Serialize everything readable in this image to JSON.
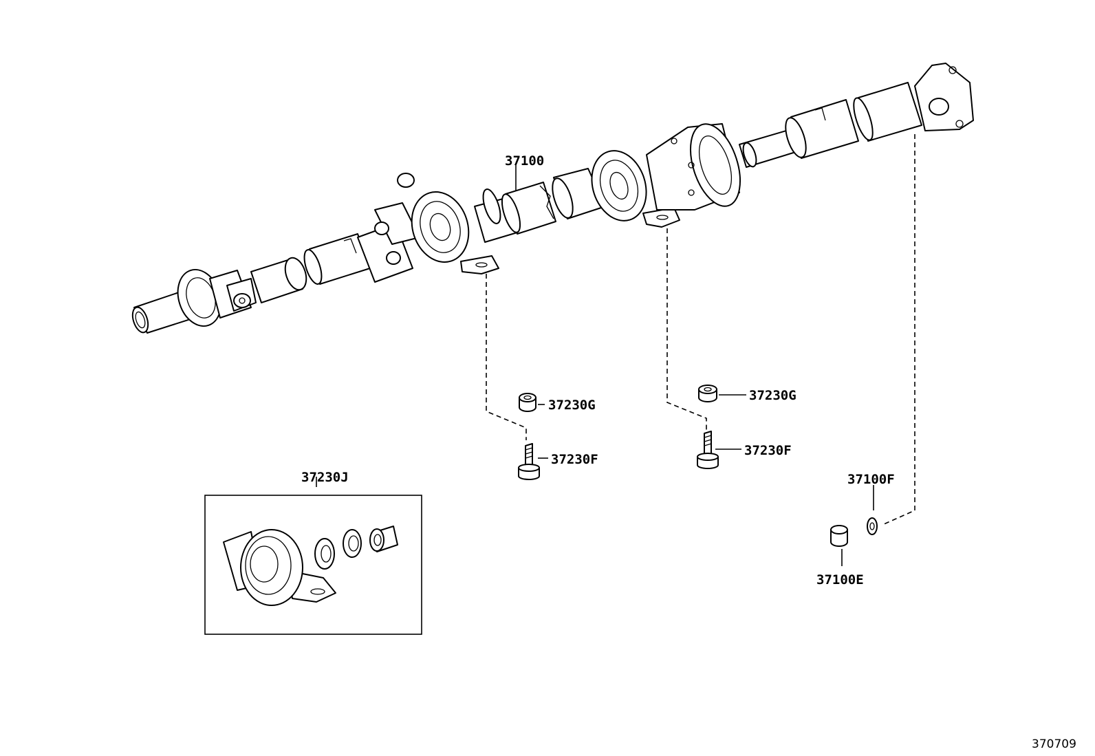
{
  "labels": {
    "propeller_shaft": "37100",
    "center_bearing_assy": "37230J",
    "washer_left": "37230G",
    "bolt_left": "37230F",
    "washer_right": "37230G",
    "bolt_right": "37230F",
    "washer_rear": "37100F",
    "nut_rear": "37100E"
  },
  "reference_code": "370709",
  "colors": {
    "line": "#000000",
    "background": "#ffffff"
  }
}
